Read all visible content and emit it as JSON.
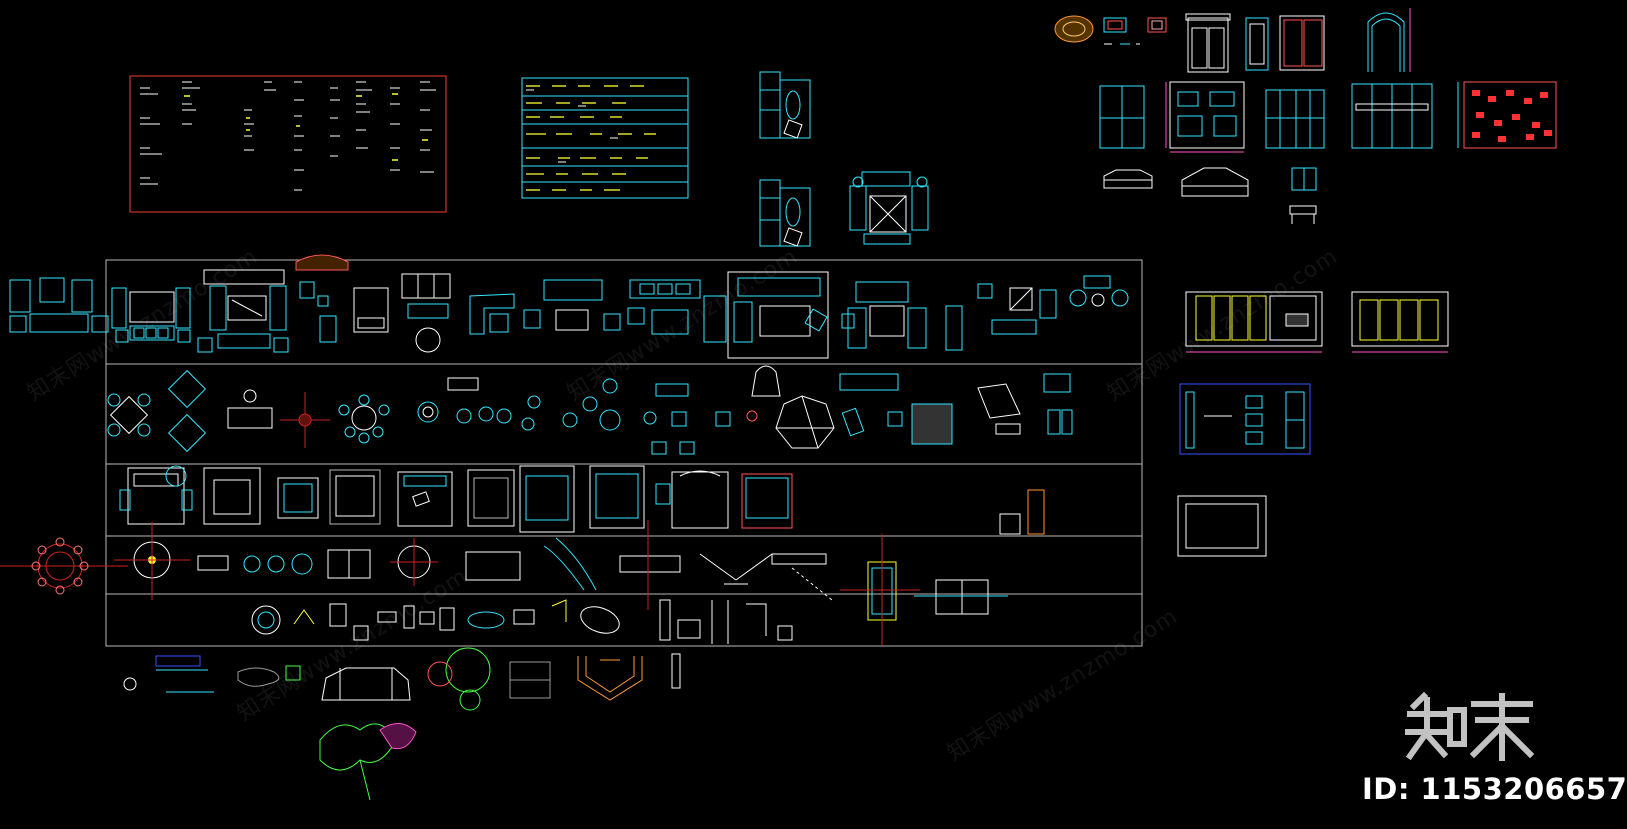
{
  "colors": {
    "background": "#000000",
    "frame": "#b8b8b8",
    "cyan": "#33e6ff",
    "white": "#ffffff",
    "yellow": "#ffff33",
    "red": "#ff3333",
    "magenta": "#ff55cc",
    "green": "#44ff44",
    "blue": "#3355ff",
    "orange": "#ff9933"
  },
  "watermark": {
    "text": "知末网www.znzmo.com"
  },
  "brand": {
    "logo_name": "znzmo-logo",
    "logo_text": "知末"
  },
  "footer": {
    "id_label": "ID: 1153206657"
  }
}
